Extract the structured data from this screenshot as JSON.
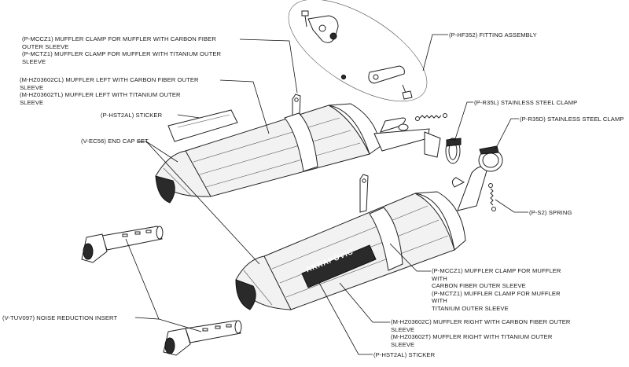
{
  "labels": {
    "clamp_top": [
      "(P-MCCZ1)  MUFFLER CLAMP FOR MUFFLER WITH CARBON FIBER",
      "OUTER SLEEVE",
      "(P-MCTZ1)  MUFFLER CLAMP FOR MUFFLER WITH TITANIUM OUTER",
      "SLEEVE"
    ],
    "muffler_left": [
      "(M-HZ03602CL)  MUFFLER LEFT WITH CARBON FIBER OUTER",
      "SLEEVE",
      "(M-HZ03602TL)  MUFFLER LEFT WITH TITANIUM OUTER",
      "SLEEVE"
    ],
    "sticker_top": "(P-HST2AL)  STICKER",
    "end_cap": "(V-EC56)  END CAP SET",
    "noise_insert": "(V-TUV097)  NOISE REDUCTION INSERT",
    "fitting": "(P-HF352)  FITTING ASSEMBLY",
    "clamp_r35l": "(P-R35L)  STAINLESS STEEL CLAMP",
    "clamp_r35d": "(P-R35D)  STAINLESS STEEL CLAMP",
    "spring": "(P-S2)  SPRING",
    "clamp_bottom": [
      "(P-MCCZ1)  MUFFLER CLAMP FOR MUFFLER",
      "WITH",
      "CARBON FIBER OUTER SLEEVE",
      "(P-MCTZ1)  MUFFLER CLAMP FOR MUFFLER",
      "WITH",
      "TITANIUM OUTER SLEEVE"
    ],
    "muffler_right": [
      "(M-HZ03602C)  MUFFLER RIGHT WITH CARBON FIBER OUTER",
      "SLEEVE",
      "(M-HZ03602T)  MUFFLER RIGHT WITH TITANIUM OUTER",
      "SLEEVE"
    ],
    "sticker_bottom": "(P-HST2AL)  STICKER"
  },
  "logo_text": "AKRAPOVIC",
  "colors": {
    "ink": "#1a1a1a",
    "background": "#ffffff"
  }
}
